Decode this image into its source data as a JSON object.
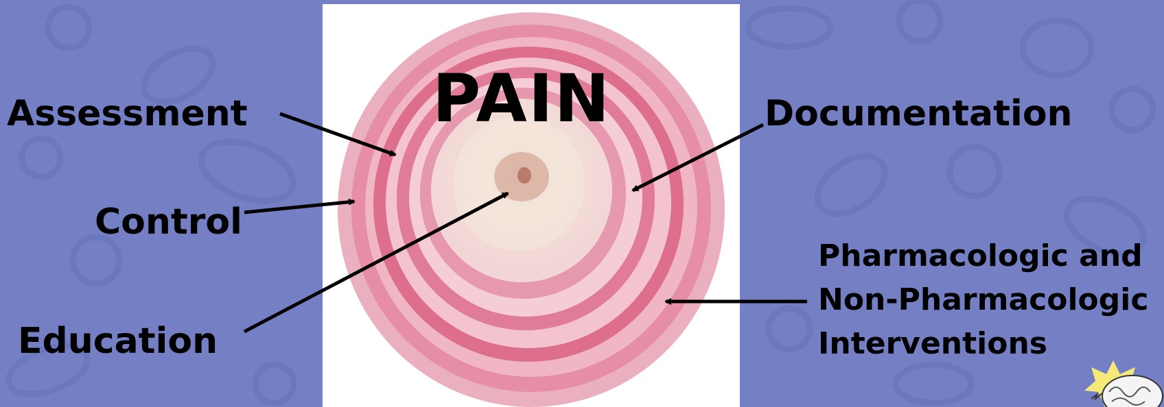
{
  "slide": {
    "title": "PAIN",
    "labels": {
      "assessment": "Assessment",
      "control": "Control",
      "education": "Education",
      "documentation": "Documentation",
      "interventions": [
        "Pharmacologic and",
        "Non-Pharmacologic",
        "Interventions"
      ]
    }
  },
  "colors": {
    "background": "#7580c4",
    "pattern": "#6a76bb",
    "onion_outer": "#e7a0b2",
    "onion_ring": "#d2607e",
    "onion_core": "#efd8c8"
  },
  "icons": {
    "background": "fruit-vegetable-pattern",
    "center_image": "onion-slice-image",
    "corner": "brain-spark-icon"
  }
}
